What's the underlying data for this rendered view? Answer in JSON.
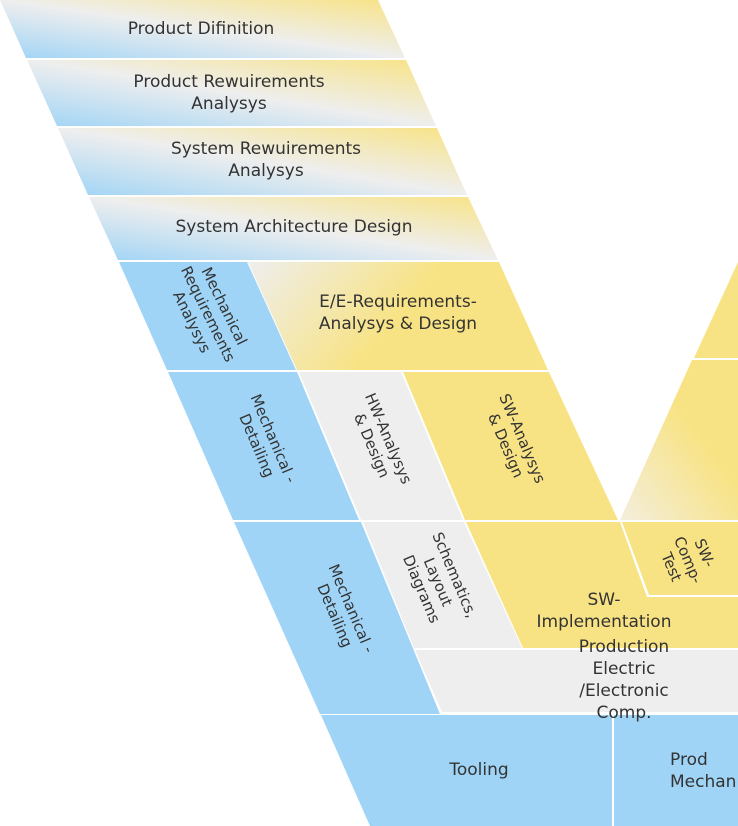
{
  "colors": {
    "blue": "#9fd4f6",
    "yellow": "#f8e384",
    "gray": "#eeeeee",
    "text": "#333333"
  },
  "phases": {
    "product_definition": "Product Difinition",
    "product_requirements": "Product Rewuirements\nAnalysys",
    "system_requirements": "System Rewuirements\nAnalysys",
    "system_architecture": "System Architecture Design",
    "mechanical_requirements": "Mechanical\nRequirements\nAnalysys",
    "ee_requirements": "E/E-Requirements-\nAnalysys & Design",
    "mechanical_detailing_1": "Mechanical -\nDetailing",
    "hw_analysis": "HW-Analysys\n& Design",
    "sw_analysis": "SW-Analysys\n& Design",
    "mechanical_detailing_2": "Mechanical -\nDetailing",
    "schematics": "Schematics,\nLayout\nDiagrams",
    "sw_implementation": "SW-\nImplementation",
    "sw_comp_test": "SW-\nComp-\nTest",
    "production_electric": "Production\nElectric /Electronic Comp.",
    "tooling": "Tooling",
    "production_mechanical": "Prod\nMechani"
  }
}
